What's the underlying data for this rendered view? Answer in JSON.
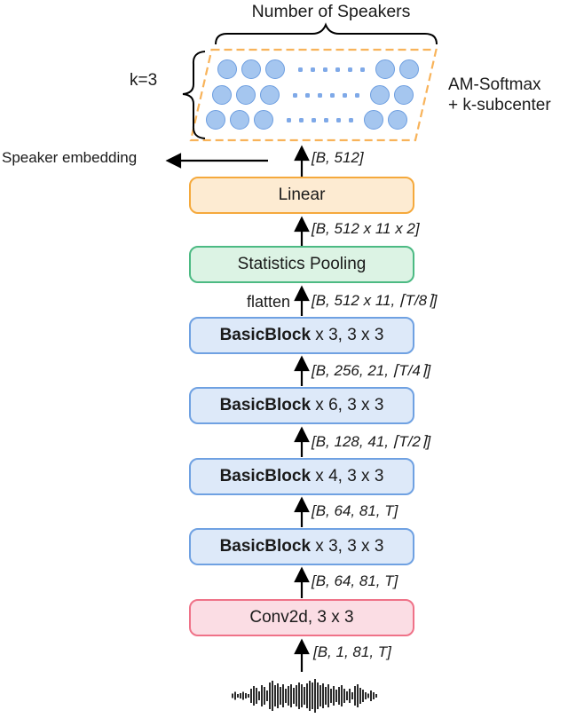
{
  "header": {
    "title": "Number of Speakers"
  },
  "classifier": {
    "k_label": "k=3",
    "method_line1": "AM-Softmax",
    "method_line2": "+ k-subcenter",
    "rows": 3,
    "left_circles": 3,
    "right_circles": 2,
    "dots_per_row": 6,
    "row_offsets": [
      [
        245,
        12
      ],
      [
        239,
        41
      ],
      [
        232,
        69
      ]
    ]
  },
  "embedding": {
    "label": "Speaker embedding"
  },
  "flatten_label": "flatten",
  "boxes": [
    {
      "bold": "",
      "rest": "Linear",
      "kind": "linear"
    },
    {
      "bold": "",
      "rest": "Statistics Pooling",
      "kind": "pooling"
    },
    {
      "bold": "BasicBlock",
      "rest": " x 3, 3 x 3",
      "kind": "basicblock"
    },
    {
      "bold": "BasicBlock",
      "rest": " x 6, 3 x 3",
      "kind": "basicblock"
    },
    {
      "bold": "BasicBlock",
      "rest": " x 4, 3 x 3",
      "kind": "basicblock"
    },
    {
      "bold": "BasicBlock",
      "rest": " x 3, 3 x 3",
      "kind": "basicblock"
    },
    {
      "bold": "",
      "rest": "Conv2d, 3 x 3",
      "kind": "conv"
    }
  ],
  "annotations": [
    "[B, 512]",
    "[B, 512 x 11 x 2]",
    "[B, 512 x 11, ⌈T/8⌉]",
    "[B, 256, 21, ⌈T/4⌉]",
    "[B, 128, 41, ⌈T/2⌉]",
    "[B, 64, 81, T]",
    "[B, 64, 81, T]",
    "[B, 1, 81, T]"
  ],
  "waveform": {
    "bars": [
      5,
      9,
      4,
      6,
      9,
      6,
      4,
      16,
      22,
      18,
      10,
      24,
      20,
      12,
      30,
      34,
      24,
      28,
      20,
      26,
      16,
      22,
      26,
      18,
      24,
      30,
      26,
      20,
      28,
      34,
      30,
      38,
      30,
      24,
      28,
      20,
      26,
      16,
      22,
      14,
      20,
      24,
      16,
      10,
      16,
      8,
      22,
      26,
      18,
      14,
      8,
      5,
      12,
      8,
      4
    ]
  },
  "colors": {
    "box-orange-fill": "#FDEBD2",
    "box-orange-border": "#F5A93C",
    "box-green-fill": "#DCF3E4",
    "box-green-border": "#4CBA83",
    "box-blue-fill": "#DDE9F9",
    "box-blue-border": "#6FA1E2",
    "box-pink-fill": "#FBDDE4",
    "box-pink-border": "#EF7288",
    "circle-fill": "#A5C6EF",
    "circle-border": "#6D9EE0",
    "dot-color": "#7FA9E8",
    "dashed-border": "#F8B35A",
    "text-color": "#1A1A1A",
    "arrow-color": "#000000",
    "waveform-color": "#2B2B2B"
  }
}
